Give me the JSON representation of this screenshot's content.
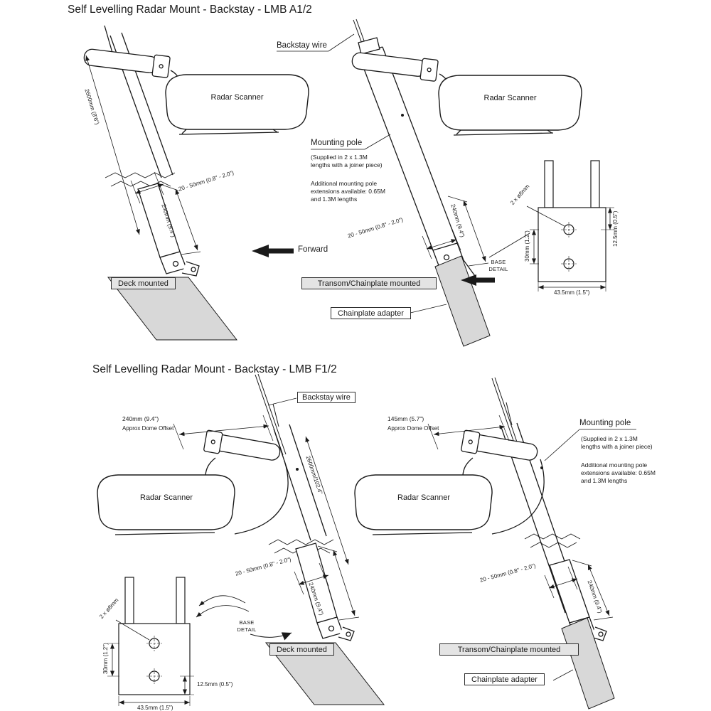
{
  "colors": {
    "line": "#1a1a1a",
    "slab": "#d8d8d8",
    "label_box": "#e4e4e4"
  },
  "top": {
    "title": "Self Levelling Radar Mount - Backstay - LMB A1/2",
    "deck": {
      "radar_scanner": "Radar Scanner",
      "pole_length": "2600mm (8'6\")",
      "clamp": "20 - 50mm (0.8\" - 2.0\")",
      "base_len": "240mm (9.4\")",
      "mount_label": "Deck mounted"
    },
    "transom": {
      "backstay_wire": "Backstay wire",
      "radar_scanner": "Radar Scanner",
      "mounting_pole": "Mounting pole",
      "pole_note1": "(Supplied in 2 x 1.3M lengths with a joiner piece)",
      "pole_note2": "Additional mounting pole extensions available: 0.65M and 1.3M lengths",
      "clamp": "20 - 50mm (0.8\" - 2.0\")",
      "base_len": "240mm (9.4\")",
      "forward": "Forward",
      "mount_label": "Transom/Chainplate mounted",
      "base_detail": "BASE DETAIL",
      "chainplate_adapter": "Chainplate adapter"
    },
    "base_detail": {
      "holes": "2 x ø8mm",
      "hole_spacing": "30mm (1.2\")",
      "edge_offset": "12.5mm (0.5\")",
      "width": "43.5mm (1.5\")"
    }
  },
  "bottom": {
    "title": "Self Levelling Radar Mount - Backstay - LMB F1/2",
    "deck": {
      "backstay_wire": "Backstay wire",
      "dome_offset": "240mm (9.4\")",
      "dome_offset_sub": "Approx Dome Offset",
      "radar_scanner": "Radar Scanner",
      "pole_length": "2600mm/102.4\"",
      "clamp": "20 - 50mm (0.8\" - 2.0\")",
      "base_len": "240mm (9.4\")",
      "mount_label": "Deck mounted",
      "base_detail": "BASE DETAIL"
    },
    "transom": {
      "dome_offset": "145mm (5.7\")",
      "dome_offset_sub": "Approx Dome Offset",
      "radar_scanner": "Radar Scanner",
      "mounting_pole": "Mounting pole",
      "pole_note1": "(Supplied in 2 x 1.3M lengths with a joiner piece)",
      "pole_note2": "Additional mounting pole extensions available: 0.65M and 1.3M lengths",
      "clamp": "20 - 50mm (0.8\" - 2.0\")",
      "base_len": "240mm (9.4\")",
      "mount_label": "Transom/Chainplate mounted",
      "chainplate_adapter": "Chainplate adapter"
    },
    "base_detail": {
      "holes": "2 x ø8mm",
      "hole_spacing": "30mm (1.2\")",
      "edge_offset": "12.5mm (0.5\")",
      "width": "43.5mm (1.5\")"
    }
  }
}
